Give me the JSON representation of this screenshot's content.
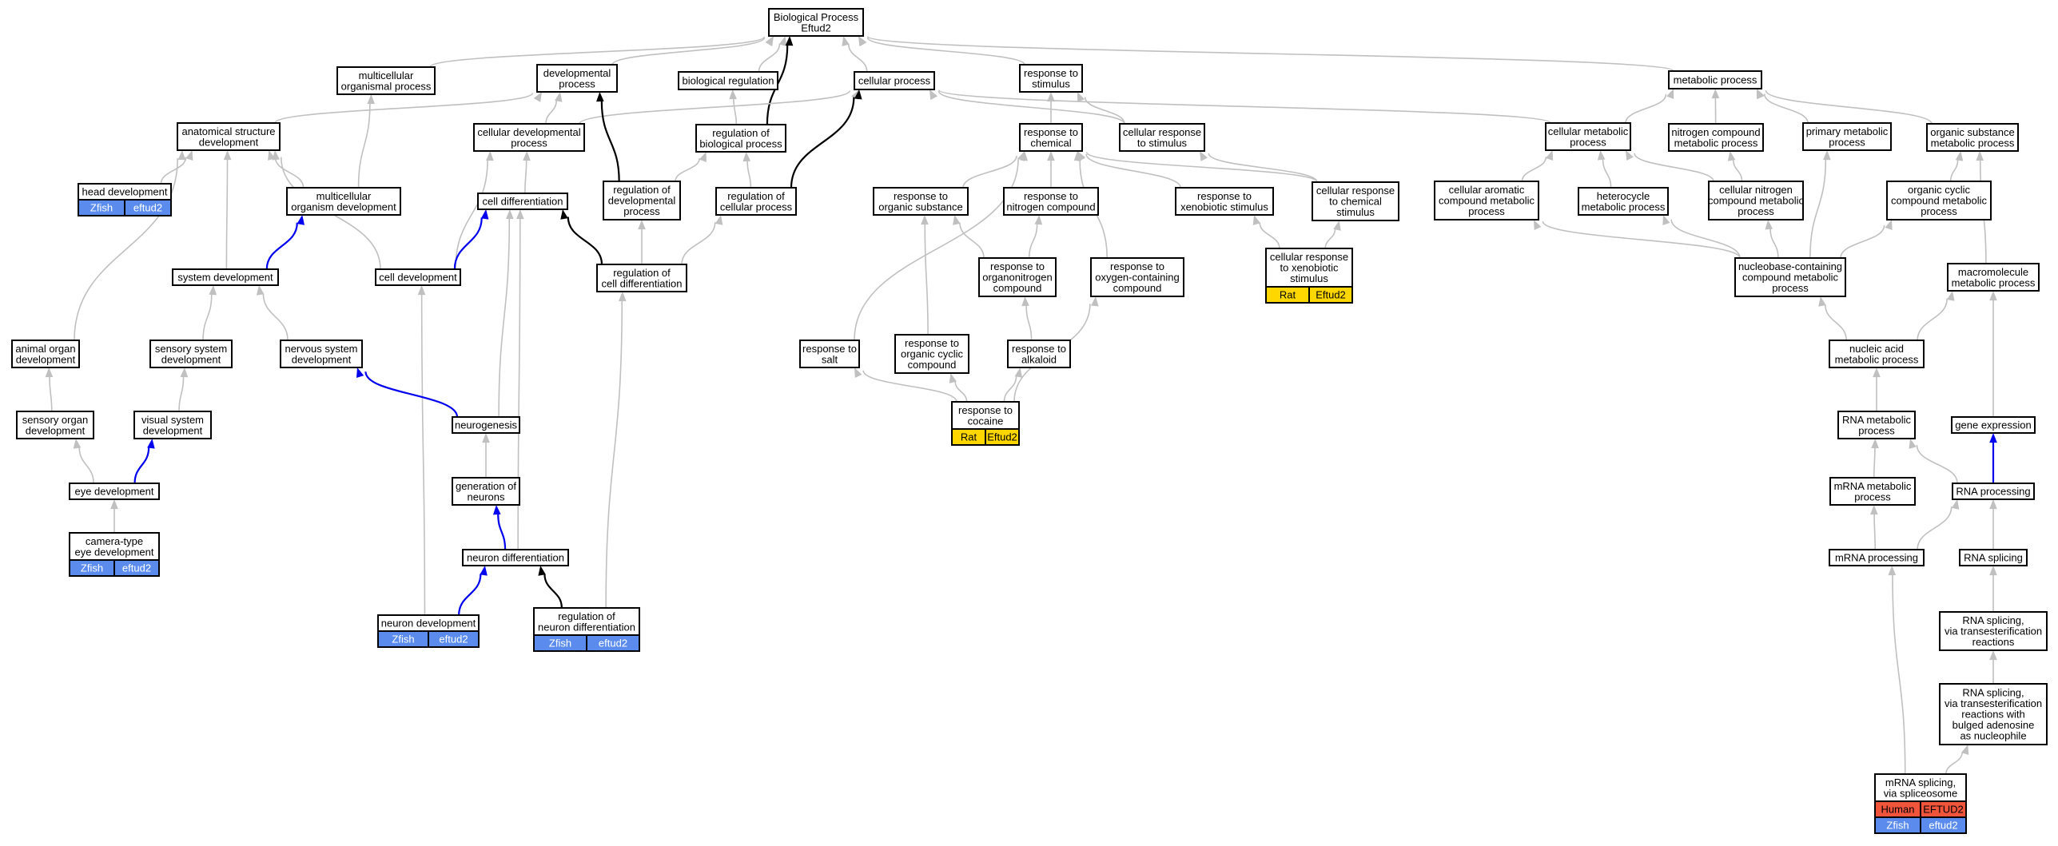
{
  "colors": {
    "zfish": "#5b8ced",
    "rat": "#ffd700",
    "human": "#f0553c",
    "box_border": "#000000",
    "edge_default": "#c0c0c0",
    "edge_direct": "#000000",
    "edge_is_a": "#0000ee"
  },
  "nodes": [
    {
      "id": "bp",
      "lines": [
        "Biological Process",
        "Eftud2"
      ]
    },
    {
      "id": "multicell-proc",
      "lines": [
        "multicellular",
        "organismal process"
      ]
    },
    {
      "id": "dev-proc",
      "lines": [
        "developmental",
        "process"
      ]
    },
    {
      "id": "bio-reg",
      "lines": [
        "biological regulation"
      ]
    },
    {
      "id": "cell-proc",
      "lines": [
        "cellular process"
      ]
    },
    {
      "id": "resp-stim",
      "lines": [
        "response to",
        "stimulus"
      ]
    },
    {
      "id": "metab-proc",
      "lines": [
        "metabolic process"
      ]
    },
    {
      "id": "anat-dev",
      "lines": [
        "anatomical structure",
        "development"
      ]
    },
    {
      "id": "cell-dev-proc",
      "lines": [
        "cellular developmental",
        "process"
      ]
    },
    {
      "id": "reg-bio-proc",
      "lines": [
        "regulation of",
        "biological process"
      ]
    },
    {
      "id": "resp-chem",
      "lines": [
        "response to",
        "chemical"
      ]
    },
    {
      "id": "cell-resp-stim",
      "lines": [
        "cellular response",
        "to stimulus"
      ]
    },
    {
      "id": "cell-metab",
      "lines": [
        "cellular metabolic",
        "process"
      ]
    },
    {
      "id": "nitro-metab",
      "lines": [
        "nitrogen compound",
        "metabolic process"
      ]
    },
    {
      "id": "prim-metab",
      "lines": [
        "primary metabolic",
        "process"
      ]
    },
    {
      "id": "org-sub-metab",
      "lines": [
        "organic substance",
        "metabolic process"
      ]
    },
    {
      "id": "head-dev",
      "lines": [
        "head development"
      ],
      "tags": [
        {
          "label": "Zfish",
          "color": "zfish"
        },
        {
          "label": "eftud2",
          "color": "zfish"
        }
      ]
    },
    {
      "id": "multicell-dev",
      "lines": [
        "multicellular",
        "organism development"
      ]
    },
    {
      "id": "cell-diff",
      "lines": [
        "cell differentiation"
      ]
    },
    {
      "id": "reg-dev-proc",
      "lines": [
        "regulation of",
        "developmental",
        "process"
      ]
    },
    {
      "id": "reg-cell-proc",
      "lines": [
        "regulation of",
        "cellular process"
      ]
    },
    {
      "id": "resp-org-sub",
      "lines": [
        "response to",
        "organic substance"
      ]
    },
    {
      "id": "resp-nitro",
      "lines": [
        "response to",
        "nitrogen compound"
      ]
    },
    {
      "id": "resp-xeno",
      "lines": [
        "response to",
        "xenobiotic stimulus"
      ]
    },
    {
      "id": "cell-resp-chem",
      "lines": [
        "cellular response",
        "to chemical",
        "stimulus"
      ]
    },
    {
      "id": "cell-arom",
      "lines": [
        "cellular aromatic",
        "compound metabolic",
        "process"
      ]
    },
    {
      "id": "hetero",
      "lines": [
        "heterocycle",
        "metabolic process"
      ]
    },
    {
      "id": "cell-nitro",
      "lines": [
        "cellular nitrogen",
        "compound metabolic",
        "process"
      ]
    },
    {
      "id": "org-cyclic",
      "lines": [
        "organic cyclic",
        "compound metabolic",
        "process"
      ]
    },
    {
      "id": "sys-dev",
      "lines": [
        "system development"
      ]
    },
    {
      "id": "cell-dev",
      "lines": [
        "cell development"
      ]
    },
    {
      "id": "reg-cell-diff",
      "lines": [
        "regulation of",
        "cell differentiation"
      ]
    },
    {
      "id": "resp-organonitro",
      "lines": [
        "response to",
        "organonitrogen",
        "compound"
      ]
    },
    {
      "id": "resp-oxy",
      "lines": [
        "response to",
        "oxygen-containing",
        "compound"
      ]
    },
    {
      "id": "cell-resp-xeno",
      "lines": [
        "cellular response",
        "to xenobiotic",
        "stimulus"
      ],
      "tags": [
        {
          "label": "Rat",
          "color": "rat"
        },
        {
          "label": "Eftud2",
          "color": "rat"
        }
      ]
    },
    {
      "id": "nucleobase",
      "lines": [
        "nucleobase-containing",
        "compound metabolic",
        "process"
      ]
    },
    {
      "id": "macromol",
      "lines": [
        "macromolecule",
        "metabolic process"
      ]
    },
    {
      "id": "animal-organ",
      "lines": [
        "animal organ",
        "development"
      ]
    },
    {
      "id": "sensory-sys",
      "lines": [
        "sensory system",
        "development"
      ]
    },
    {
      "id": "nervous-sys",
      "lines": [
        "nervous system",
        "development"
      ]
    },
    {
      "id": "resp-salt",
      "lines": [
        "response to",
        "salt"
      ]
    },
    {
      "id": "resp-org-cyclic",
      "lines": [
        "response to",
        "organic cyclic",
        "compound"
      ]
    },
    {
      "id": "resp-alkaloid",
      "lines": [
        "response to",
        "alkaloid"
      ]
    },
    {
      "id": "nucleic-acid",
      "lines": [
        "nucleic acid",
        "metabolic process"
      ]
    },
    {
      "id": "sensory-organ",
      "lines": [
        "sensory organ",
        "development"
      ]
    },
    {
      "id": "visual-sys",
      "lines": [
        "visual system",
        "development"
      ]
    },
    {
      "id": "neurogenesis",
      "lines": [
        "neurogenesis"
      ]
    },
    {
      "id": "resp-cocaine",
      "lines": [
        "response to",
        "cocaine"
      ],
      "tags": [
        {
          "label": "Rat",
          "color": "rat"
        },
        {
          "label": "Eftud2",
          "color": "rat"
        }
      ]
    },
    {
      "id": "rna-metab",
      "lines": [
        "RNA metabolic",
        "process"
      ]
    },
    {
      "id": "gene-expr",
      "lines": [
        "gene expression"
      ]
    },
    {
      "id": "eye-dev",
      "lines": [
        "eye development"
      ]
    },
    {
      "id": "gen-neurons",
      "lines": [
        "generation of",
        "neurons"
      ]
    },
    {
      "id": "mrna-metab",
      "lines": [
        "mRNA metabolic",
        "process"
      ]
    },
    {
      "id": "rna-proc",
      "lines": [
        "RNA processing"
      ]
    },
    {
      "id": "camera-eye",
      "lines": [
        "camera-type",
        "eye development"
      ],
      "tags": [
        {
          "label": "Zfish",
          "color": "zfish"
        },
        {
          "label": "eftud2",
          "color": "zfish"
        }
      ]
    },
    {
      "id": "neuron-diff",
      "lines": [
        "neuron differentiation"
      ]
    },
    {
      "id": "mrna-proc",
      "lines": [
        "mRNA processing"
      ]
    },
    {
      "id": "rna-splicing",
      "lines": [
        "RNA splicing"
      ]
    },
    {
      "id": "neuron-dev",
      "lines": [
        "neuron development"
      ],
      "tags": [
        {
          "label": "Zfish",
          "color": "zfish"
        },
        {
          "label": "eftud2",
          "color": "zfish"
        }
      ]
    },
    {
      "id": "reg-neuron-diff",
      "lines": [
        "regulation of",
        "neuron differentiation"
      ],
      "tags": [
        {
          "label": "Zfish",
          "color": "zfish"
        },
        {
          "label": "eftud2",
          "color": "zfish"
        }
      ]
    },
    {
      "id": "rna-splicing-trans",
      "lines": [
        "RNA splicing,",
        "via transesterification",
        "reactions"
      ]
    },
    {
      "id": "rna-splicing-bulged",
      "lines": [
        "RNA splicing,",
        "via transesterification",
        "reactions with",
        "bulged adenosine",
        "as nucleophile"
      ]
    },
    {
      "id": "mrna-splicing",
      "lines": [
        "mRNA splicing,",
        "via spliceosome"
      ],
      "tags": [
        {
          "label": "Human",
          "color": "human"
        },
        {
          "label": "EFTUD2",
          "color": "human"
        },
        {
          "label": "Zfish",
          "color": "zfish"
        },
        {
          "label": "eftud2",
          "color": "zfish"
        }
      ]
    }
  ],
  "edges": [
    {
      "from": "multicell-proc",
      "to": "bp",
      "kind": "default"
    },
    {
      "from": "dev-proc",
      "to": "bp",
      "kind": "default"
    },
    {
      "from": "bio-reg",
      "to": "bp",
      "kind": "default"
    },
    {
      "from": "cell-proc",
      "to": "bp",
      "kind": "default"
    },
    {
      "from": "resp-stim",
      "to": "bp",
      "kind": "default"
    },
    {
      "from": "metab-proc",
      "to": "bp",
      "kind": "default"
    },
    {
      "from": "reg-bio-proc",
      "to": "bp",
      "kind": "direct"
    },
    {
      "from": "anat-dev",
      "to": "dev-proc",
      "kind": "default"
    },
    {
      "from": "cell-dev-proc",
      "to": "dev-proc",
      "kind": "default"
    },
    {
      "from": "cell-dev-proc",
      "to": "cell-proc",
      "kind": "default"
    },
    {
      "from": "reg-dev-proc",
      "to": "dev-proc",
      "kind": "direct"
    },
    {
      "from": "reg-bio-proc",
      "to": "bio-reg",
      "kind": "default"
    },
    {
      "from": "reg-cell-proc",
      "to": "cell-proc",
      "kind": "direct"
    },
    {
      "from": "cell-resp-stim",
      "to": "cell-proc",
      "kind": "default"
    },
    {
      "from": "cell-metab",
      "to": "cell-proc",
      "kind": "default"
    },
    {
      "from": "resp-chem",
      "to": "resp-stim",
      "kind": "default"
    },
    {
      "from": "cell-resp-stim",
      "to": "resp-stim",
      "kind": "default"
    },
    {
      "from": "cell-metab",
      "to": "metab-proc",
      "kind": "default"
    },
    {
      "from": "nitro-metab",
      "to": "metab-proc",
      "kind": "default"
    },
    {
      "from": "prim-metab",
      "to": "metab-proc",
      "kind": "default"
    },
    {
      "from": "org-sub-metab",
      "to": "metab-proc",
      "kind": "default"
    },
    {
      "from": "multicell-dev",
      "to": "multicell-proc",
      "kind": "default"
    },
    {
      "from": "head-dev",
      "to": "anat-dev",
      "kind": "default"
    },
    {
      "from": "multicell-dev",
      "to": "anat-dev",
      "kind": "default"
    },
    {
      "from": "sys-dev",
      "to": "anat-dev",
      "kind": "default"
    },
    {
      "from": "cell-dev",
      "to": "anat-dev",
      "kind": "default"
    },
    {
      "from": "animal-organ",
      "to": "anat-dev",
      "kind": "default"
    },
    {
      "from": "cell-diff",
      "to": "cell-dev-proc",
      "kind": "default"
    },
    {
      "from": "cell-dev",
      "to": "cell-dev-proc",
      "kind": "default"
    },
    {
      "from": "reg-dev-proc",
      "to": "reg-bio-proc",
      "kind": "default"
    },
    {
      "from": "reg-cell-proc",
      "to": "reg-bio-proc",
      "kind": "default"
    },
    {
      "from": "reg-cell-diff",
      "to": "reg-dev-proc",
      "kind": "default"
    },
    {
      "from": "reg-cell-diff",
      "to": "reg-cell-proc",
      "kind": "default"
    },
    {
      "from": "reg-cell-diff",
      "to": "cell-diff",
      "kind": "direct"
    },
    {
      "from": "sys-dev",
      "to": "multicell-dev",
      "kind": "is_a"
    },
    {
      "from": "cell-dev",
      "to": "cell-diff",
      "kind": "is_a"
    },
    {
      "from": "neurogenesis",
      "to": "cell-diff",
      "kind": "default"
    },
    {
      "from": "neuron-diff",
      "to": "cell-diff",
      "kind": "default"
    },
    {
      "from": "neuron-dev",
      "to": "cell-dev",
      "kind": "default"
    },
    {
      "from": "reg-neuron-diff",
      "to": "reg-cell-diff",
      "kind": "default"
    },
    {
      "from": "sensory-sys",
      "to": "sys-dev",
      "kind": "default"
    },
    {
      "from": "nervous-sys",
      "to": "sys-dev",
      "kind": "default"
    },
    {
      "from": "neurogenesis",
      "to": "nervous-sys",
      "kind": "is_a"
    },
    {
      "from": "sensory-organ",
      "to": "animal-organ",
      "kind": "default"
    },
    {
      "from": "visual-sys",
      "to": "sensory-sys",
      "kind": "default"
    },
    {
      "from": "eye-dev",
      "to": "sensory-organ",
      "kind": "default"
    },
    {
      "from": "eye-dev",
      "to": "visual-sys",
      "kind": "is_a"
    },
    {
      "from": "camera-eye",
      "to": "eye-dev",
      "kind": "default"
    },
    {
      "from": "gen-neurons",
      "to": "neurogenesis",
      "kind": "default"
    },
    {
      "from": "neuron-diff",
      "to": "gen-neurons",
      "kind": "is_a"
    },
    {
      "from": "neuron-dev",
      "to": "neuron-diff",
      "kind": "is_a"
    },
    {
      "from": "reg-neuron-diff",
      "to": "neuron-diff",
      "kind": "direct"
    },
    {
      "from": "resp-org-sub",
      "to": "resp-chem",
      "kind": "default"
    },
    {
      "from": "resp-nitro",
      "to": "resp-chem",
      "kind": "default"
    },
    {
      "from": "resp-xeno",
      "to": "resp-chem",
      "kind": "default"
    },
    {
      "from": "cell-resp-chem",
      "to": "resp-chem",
      "kind": "default"
    },
    {
      "from": "resp-salt",
      "to": "resp-chem",
      "kind": "default"
    },
    {
      "from": "resp-oxy",
      "to": "resp-chem",
      "kind": "default"
    },
    {
      "from": "cell-resp-chem",
      "to": "cell-resp-stim",
      "kind": "default"
    },
    {
      "from": "resp-organonitro",
      "to": "resp-org-sub",
      "kind": "default"
    },
    {
      "from": "resp-org-cyclic",
      "to": "resp-org-sub",
      "kind": "default"
    },
    {
      "from": "resp-organonitro",
      "to": "resp-nitro",
      "kind": "default"
    },
    {
      "from": "resp-alkaloid",
      "to": "resp-organonitro",
      "kind": "default"
    },
    {
      "from": "cell-resp-xeno",
      "to": "resp-xeno",
      "kind": "default"
    },
    {
      "from": "cell-resp-xeno",
      "to": "cell-resp-chem",
      "kind": "default"
    },
    {
      "from": "resp-cocaine",
      "to": "resp-salt",
      "kind": "default"
    },
    {
      "from": "resp-cocaine",
      "to": "resp-org-cyclic",
      "kind": "default"
    },
    {
      "from": "resp-cocaine",
      "to": "resp-alkaloid",
      "kind": "default"
    },
    {
      "from": "resp-cocaine",
      "to": "resp-oxy",
      "kind": "default"
    },
    {
      "from": "cell-arom",
      "to": "cell-metab",
      "kind": "default"
    },
    {
      "from": "hetero",
      "to": "cell-metab",
      "kind": "default"
    },
    {
      "from": "cell-nitro",
      "to": "cell-metab",
      "kind": "default"
    },
    {
      "from": "cell-nitro",
      "to": "nitro-metab",
      "kind": "default"
    },
    {
      "from": "org-cyclic",
      "to": "org-sub-metab",
      "kind": "default"
    },
    {
      "from": "macromol",
      "to": "org-sub-metab",
      "kind": "default"
    },
    {
      "from": "nucleobase",
      "to": "cell-arom",
      "kind": "default"
    },
    {
      "from": "nucleobase",
      "to": "hetero",
      "kind": "default"
    },
    {
      "from": "nucleobase",
      "to": "cell-nitro",
      "kind": "default"
    },
    {
      "from": "nucleobase",
      "to": "org-cyclic",
      "kind": "default"
    },
    {
      "from": "nucleobase",
      "to": "prim-metab",
      "kind": "default"
    },
    {
      "from": "nucleic-acid",
      "to": "nucleobase",
      "kind": "default"
    },
    {
      "from": "nucleic-acid",
      "to": "macromol",
      "kind": "default"
    },
    {
      "from": "gene-expr",
      "to": "macromol",
      "kind": "default"
    },
    {
      "from": "rna-metab",
      "to": "nucleic-acid",
      "kind": "default"
    },
    {
      "from": "mrna-metab",
      "to": "rna-metab",
      "kind": "default"
    },
    {
      "from": "rna-proc",
      "to": "rna-metab",
      "kind": "default"
    },
    {
      "from": "rna-proc",
      "to": "gene-expr",
      "kind": "is_a"
    },
    {
      "from": "mrna-proc",
      "to": "mrna-metab",
      "kind": "default"
    },
    {
      "from": "mrna-proc",
      "to": "rna-proc",
      "kind": "default"
    },
    {
      "from": "rna-splicing",
      "to": "rna-proc",
      "kind": "default"
    },
    {
      "from": "rna-splicing-trans",
      "to": "rna-splicing",
      "kind": "default"
    },
    {
      "from": "rna-splicing-bulged",
      "to": "rna-splicing-trans",
      "kind": "default"
    },
    {
      "from": "mrna-splicing",
      "to": "rna-splicing-bulged",
      "kind": "default"
    },
    {
      "from": "mrna-splicing",
      "to": "mrna-proc",
      "kind": "default"
    }
  ]
}
